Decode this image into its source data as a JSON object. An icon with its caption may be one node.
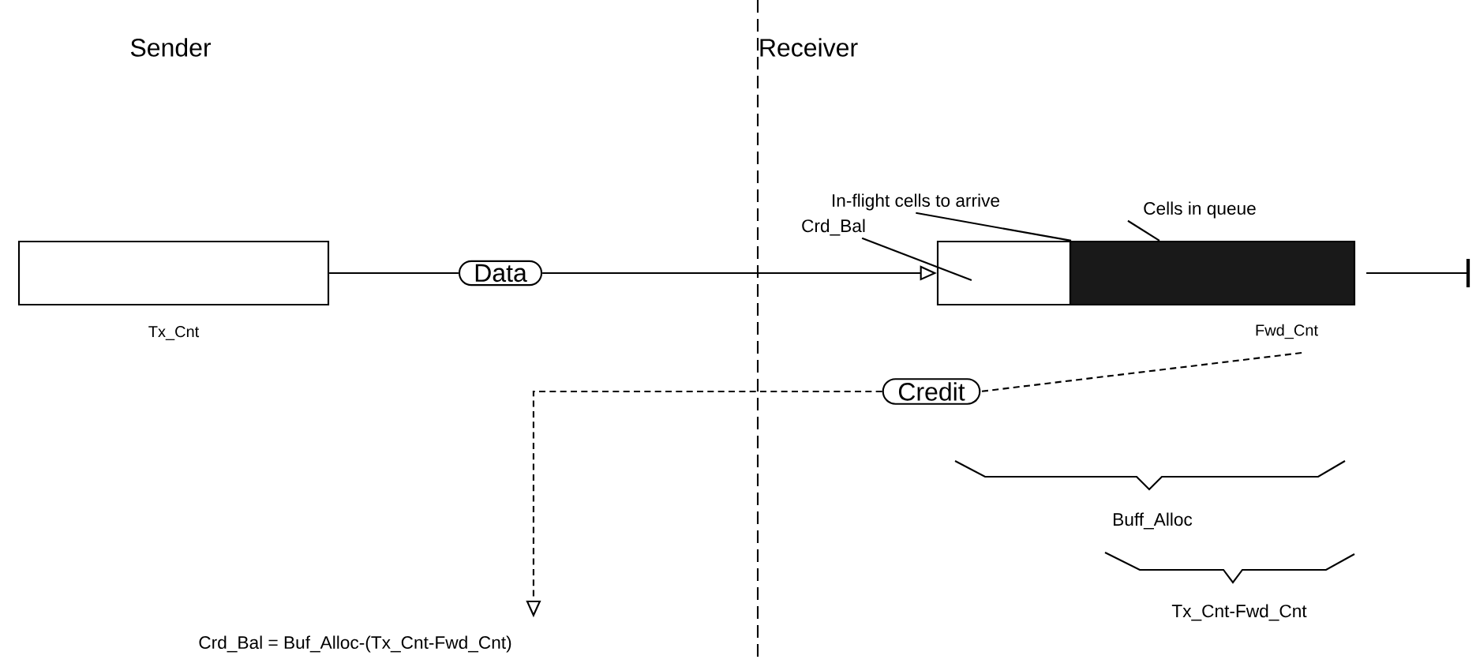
{
  "diagram": {
    "nodes": [
      {
        "text": [],
        "shape": "box",
        "beside": [
          "Tx_Cnt"
        ]
      },
      {
        "text": [],
        "shape": "box"
      },
      {
        "text": [],
        "shape": "bar",
        "beside": [
          "Fwd_Cnt"
        ]
      },
      {
        "text": [
          "Crd_Bal"
        ]
      },
      {
        "text": [
          "In-flight cells to arrive"
        ]
      },
      {
        "text": [
          "Cells in queue"
        ]
      },
      {
        "text": [
          "Data"
        ]
      },
      {
        "text": [
          "Credit"
        ]
      },
      {
        "text": [
          "Crd_Bal = Buf_Alloc-(Tx_Cnt-Fwd_Cnt)"
        ]
      }
    ],
    "edges": [
      {
        "from": 0,
        "to": 6,
        "arrow": "none"
      },
      {
        "from": 6,
        "to": 1,
        "arrow": "to"
      },
      {
        "from": 2,
        "to": null,
        "arrow": "none"
      },
      {
        "from": 3,
        "to": 1,
        "arrow": "none"
      },
      {
        "from": 4,
        "to": 1,
        "arrow": "none"
      },
      {
        "from": 5,
        "to": 2,
        "arrow": "none"
      },
      {
        "from": 2,
        "to": 7,
        "arrow": "none",
        "style": "dashed"
      },
      {
        "from": 7,
        "to": 8,
        "arrow": "to",
        "style": "dashed"
      }
    ],
    "labels": [
      "Sender",
      "Receiver",
      "Buff_Alloc",
      "Tx_Cnt-Fwd_Cnt"
    ]
  }
}
